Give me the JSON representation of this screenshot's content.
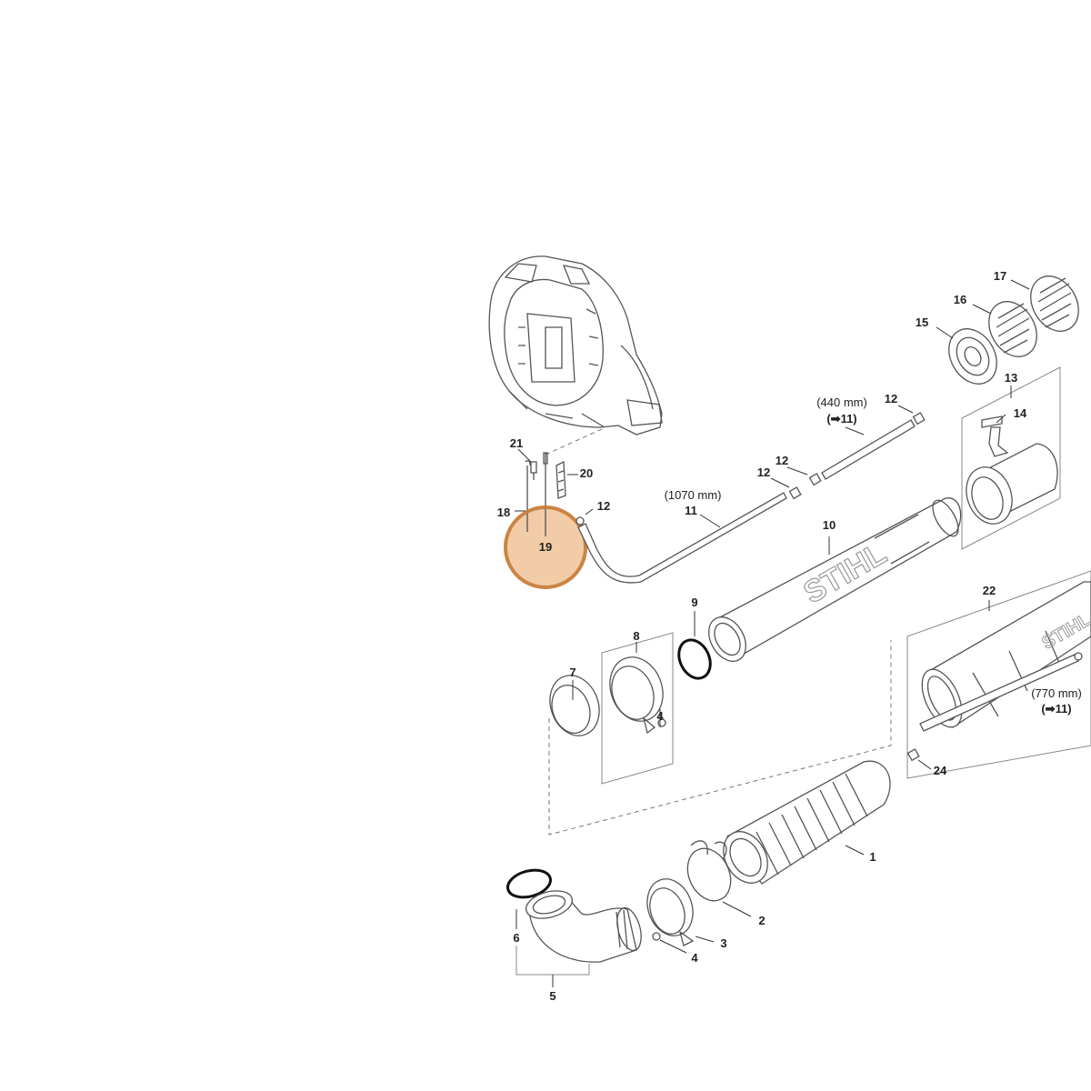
{
  "brand_text": "STIHL",
  "highlight": {
    "label": "19",
    "color": "#f0c8a0",
    "border_color": "#c87a34"
  },
  "callouts": {
    "p1": "1",
    "p2": "2",
    "p3": "3",
    "p4a": "4",
    "p4b": "4",
    "p5": "5",
    "p6": "6",
    "p7": "7",
    "p8": "8",
    "p9": "9",
    "p10": "10",
    "p11a": "11",
    "p12a": "12",
    "p12b": "12",
    "p12c": "12",
    "p12d": "12",
    "p13": "13",
    "p14": "14",
    "p15": "15",
    "p16": "16",
    "p17": "17",
    "p18": "18",
    "p20": "20",
    "p21": "21",
    "p22": "22",
    "p24": "24"
  },
  "notes": {
    "hose_1070": "(1070 mm)",
    "hose_440": "(440 mm)",
    "hose_440_ref": "(➡11)",
    "hose_770": "(770 mm)",
    "hose_770_ref": "(➡11)"
  }
}
